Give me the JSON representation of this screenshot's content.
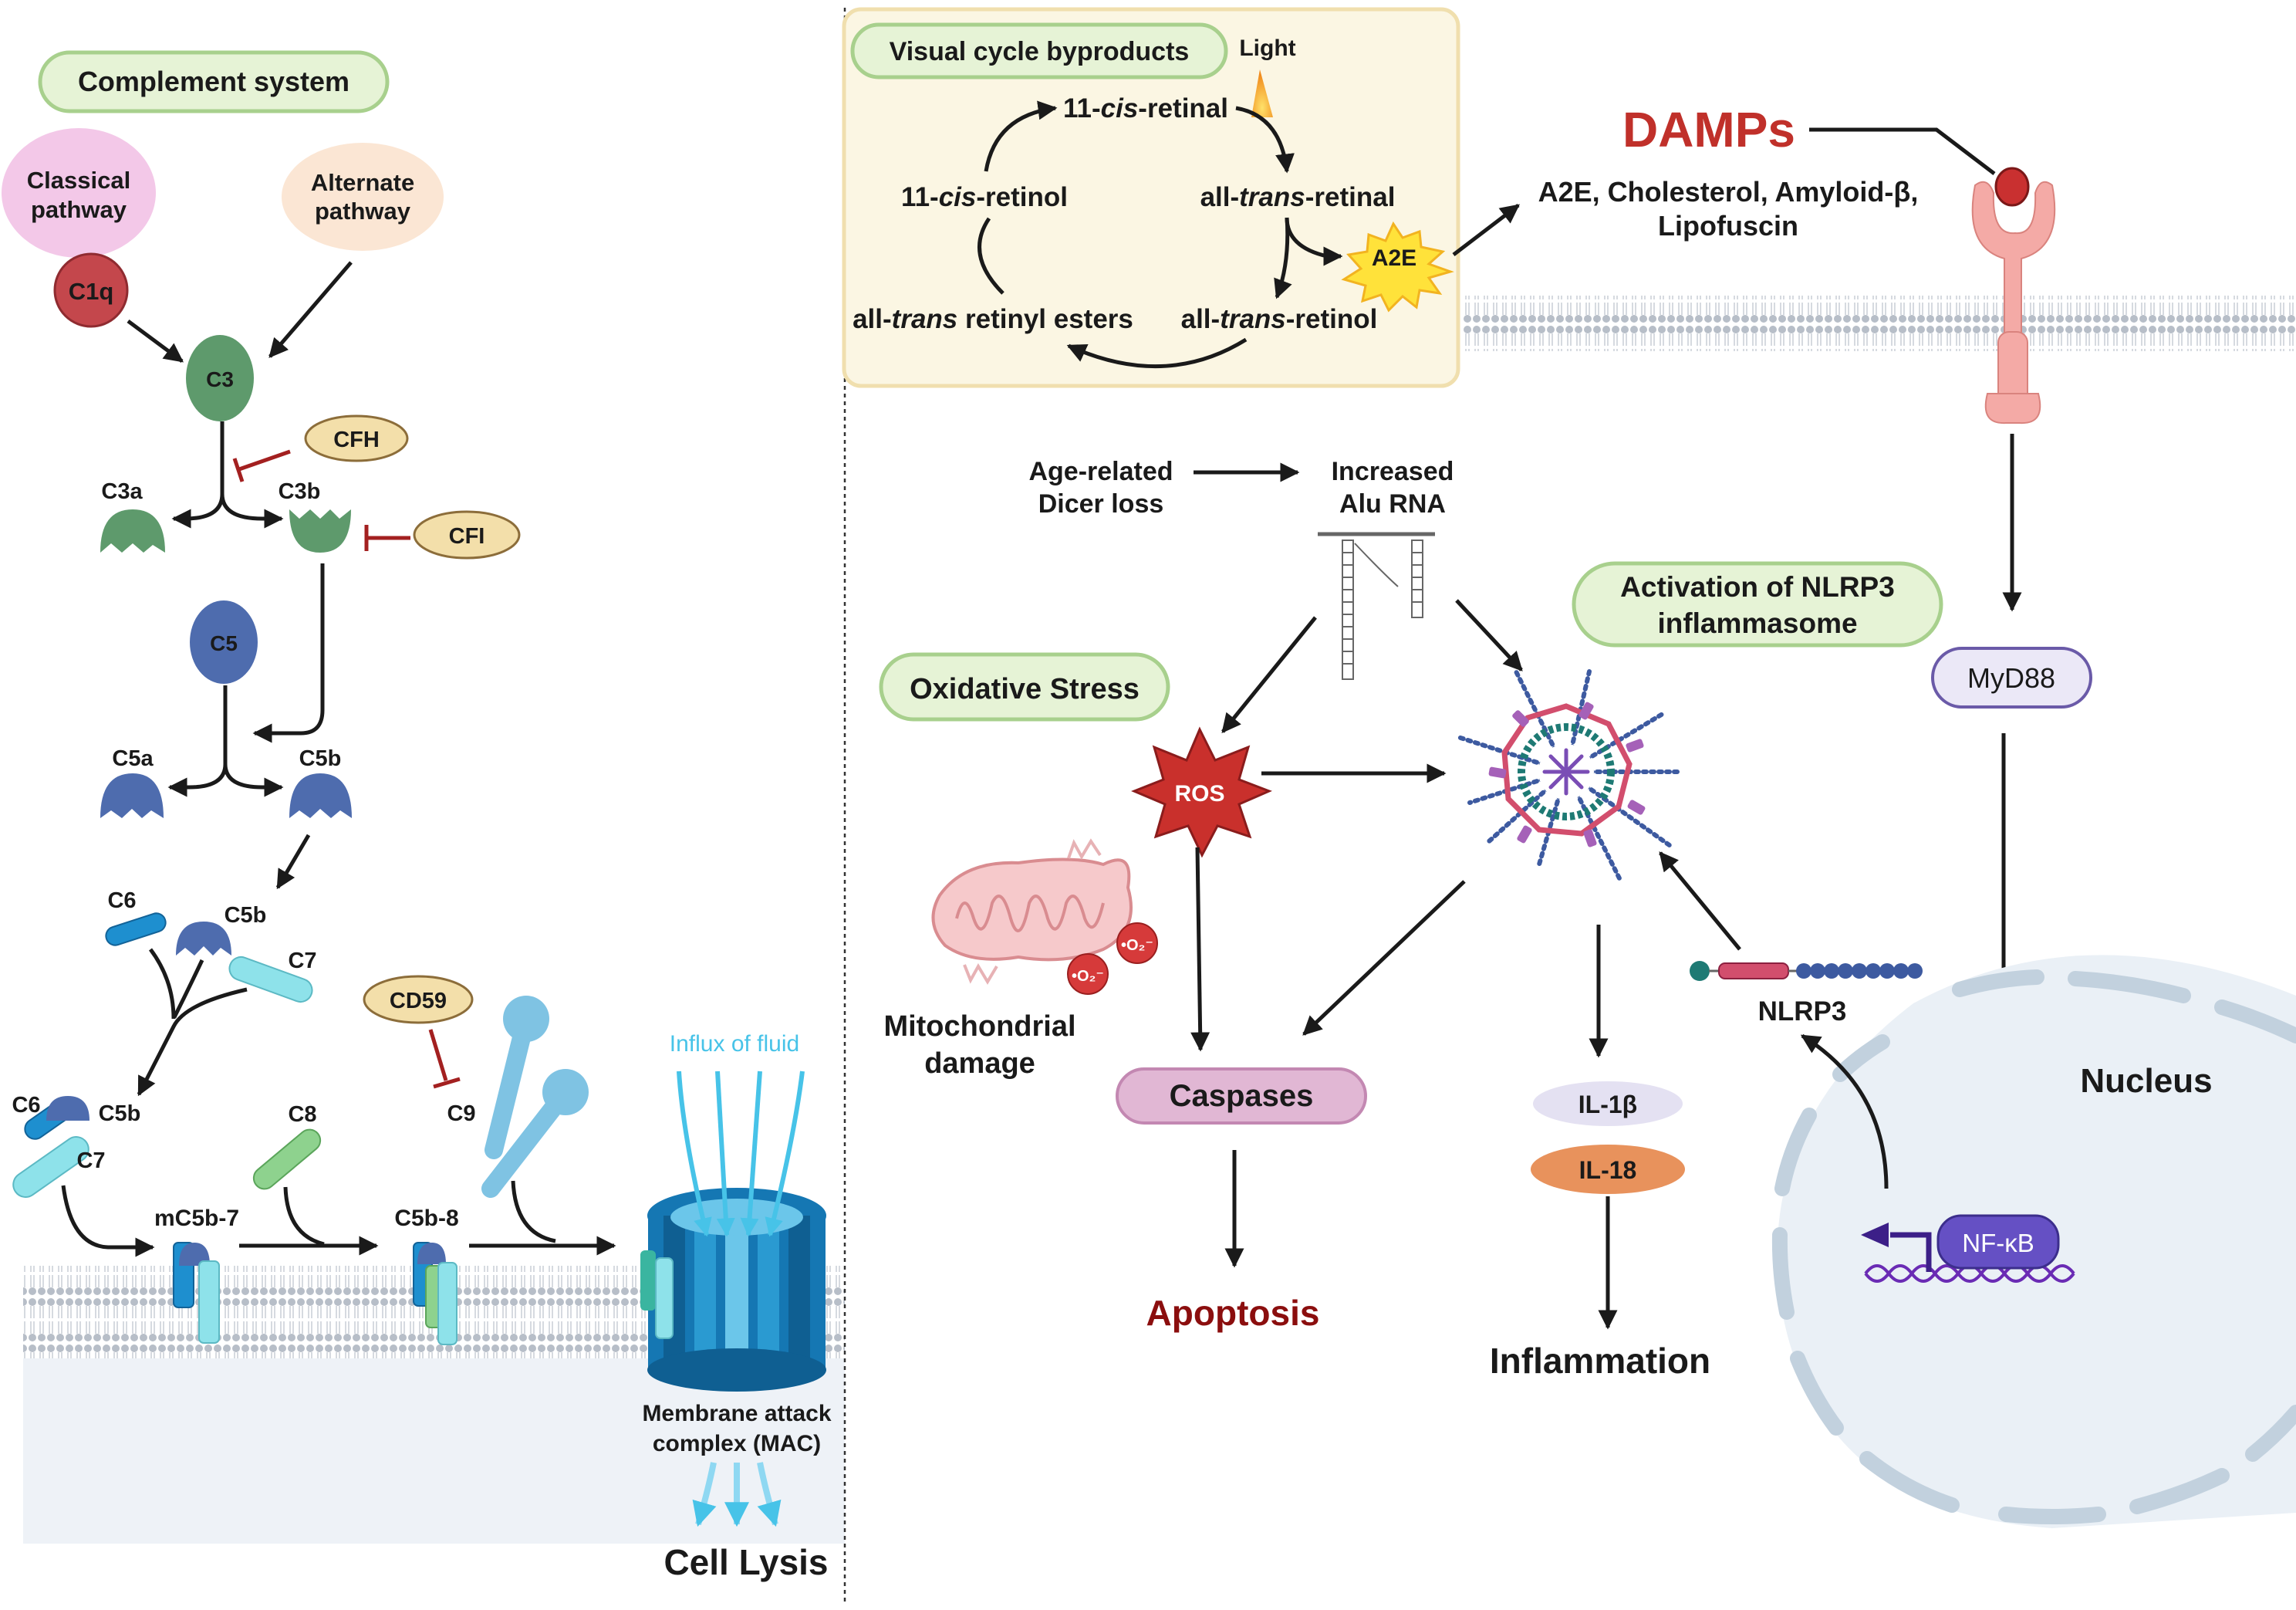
{
  "colors": {
    "arrow": "#1a1a1a",
    "inhibit": "#a32020",
    "green_label_bg": "#e6f3d6",
    "green_label_border": "#a8d08d",
    "complement_green": "#5e9a6c",
    "complement_blue": "#4e6cae",
    "damps_red": "#c0302a",
    "apoptosis_red": "#8b0e0e",
    "membrane": "#b9bfc8",
    "visual_box_bg": "#fbf6e3",
    "visual_box_border": "#f0dfae",
    "caspase_bg": "#e1b7d4",
    "myd88_bg": "#ebe8f7",
    "nfkb_bg": "#6550c4",
    "nucleus_bg": "#eaf0f6",
    "fluid_blue": "#47c3e8"
  },
  "complement": {
    "title": "Complement system",
    "classical": [
      "Classical",
      "pathway"
    ],
    "alternate": [
      "Alternate",
      "pathway"
    ],
    "c1q": "C1q",
    "c3": "C3",
    "cfh": "CFH",
    "cfi": "CFI",
    "c3a": "C3a",
    "c3b": "C3b",
    "c5": "C5",
    "c5a": "C5a",
    "c5b": "C5b",
    "c6": "C6",
    "c5b_2": "C5b",
    "c7": "C7",
    "cd59": "CD59",
    "c6_2": "C6",
    "c5b_3": "C5b",
    "c7_2": "C7",
    "c8": "C8",
    "c9": "C9",
    "mc5b7": "mC5b-7",
    "c5b8": "C5b-8",
    "influx": "Influx of fluid",
    "mac": [
      "Membrane attack",
      "complex (MAC)"
    ],
    "lysis": "Cell Lysis"
  },
  "visual_cycle": {
    "title": "Visual cycle byproducts",
    "light": "Light",
    "cis_retinal": {
      "pre": "11-",
      "it": "cis",
      "post": "-retinal"
    },
    "trans_retinal": {
      "pre": "all-",
      "it": "trans",
      "post": "-retinal"
    },
    "cis_retinol": {
      "pre": "11-",
      "it": "cis",
      "post": "-retinol"
    },
    "esters": {
      "pre": "all-",
      "it": "trans",
      "post": " retinyl esters"
    },
    "trans_retinol": {
      "pre": "all-",
      "it": "trans",
      "post": "-retinol"
    },
    "a2e": "A2E"
  },
  "damps": {
    "title": "DAMPs",
    "list": [
      "A2E, Cholesterol, Amyloid-β,",
      "Lipofuscin"
    ]
  },
  "alu": {
    "dicer": [
      "Age-related",
      "Dicer loss"
    ],
    "alu_rna": [
      "Increased",
      "Alu RNA"
    ]
  },
  "oxidative": {
    "title": "Oxidative Stress",
    "ros": "ROS",
    "mito": [
      "Mitochondrial",
      "damage"
    ],
    "o2_a": "•O₂⁻",
    "o2_b": "•O₂⁻"
  },
  "nlrp3": {
    "title": [
      "Activation of NLRP3",
      "inflammasome"
    ],
    "label": "NLRP3"
  },
  "outputs": {
    "caspases": "Caspases",
    "apoptosis": "Apoptosis",
    "il1b": "IL-1β",
    "il18": "IL-18",
    "inflammation": "Inflammation"
  },
  "signaling": {
    "myd88": "MyD88",
    "nucleus": "Nucleus",
    "nfkb": "NF-κB"
  }
}
